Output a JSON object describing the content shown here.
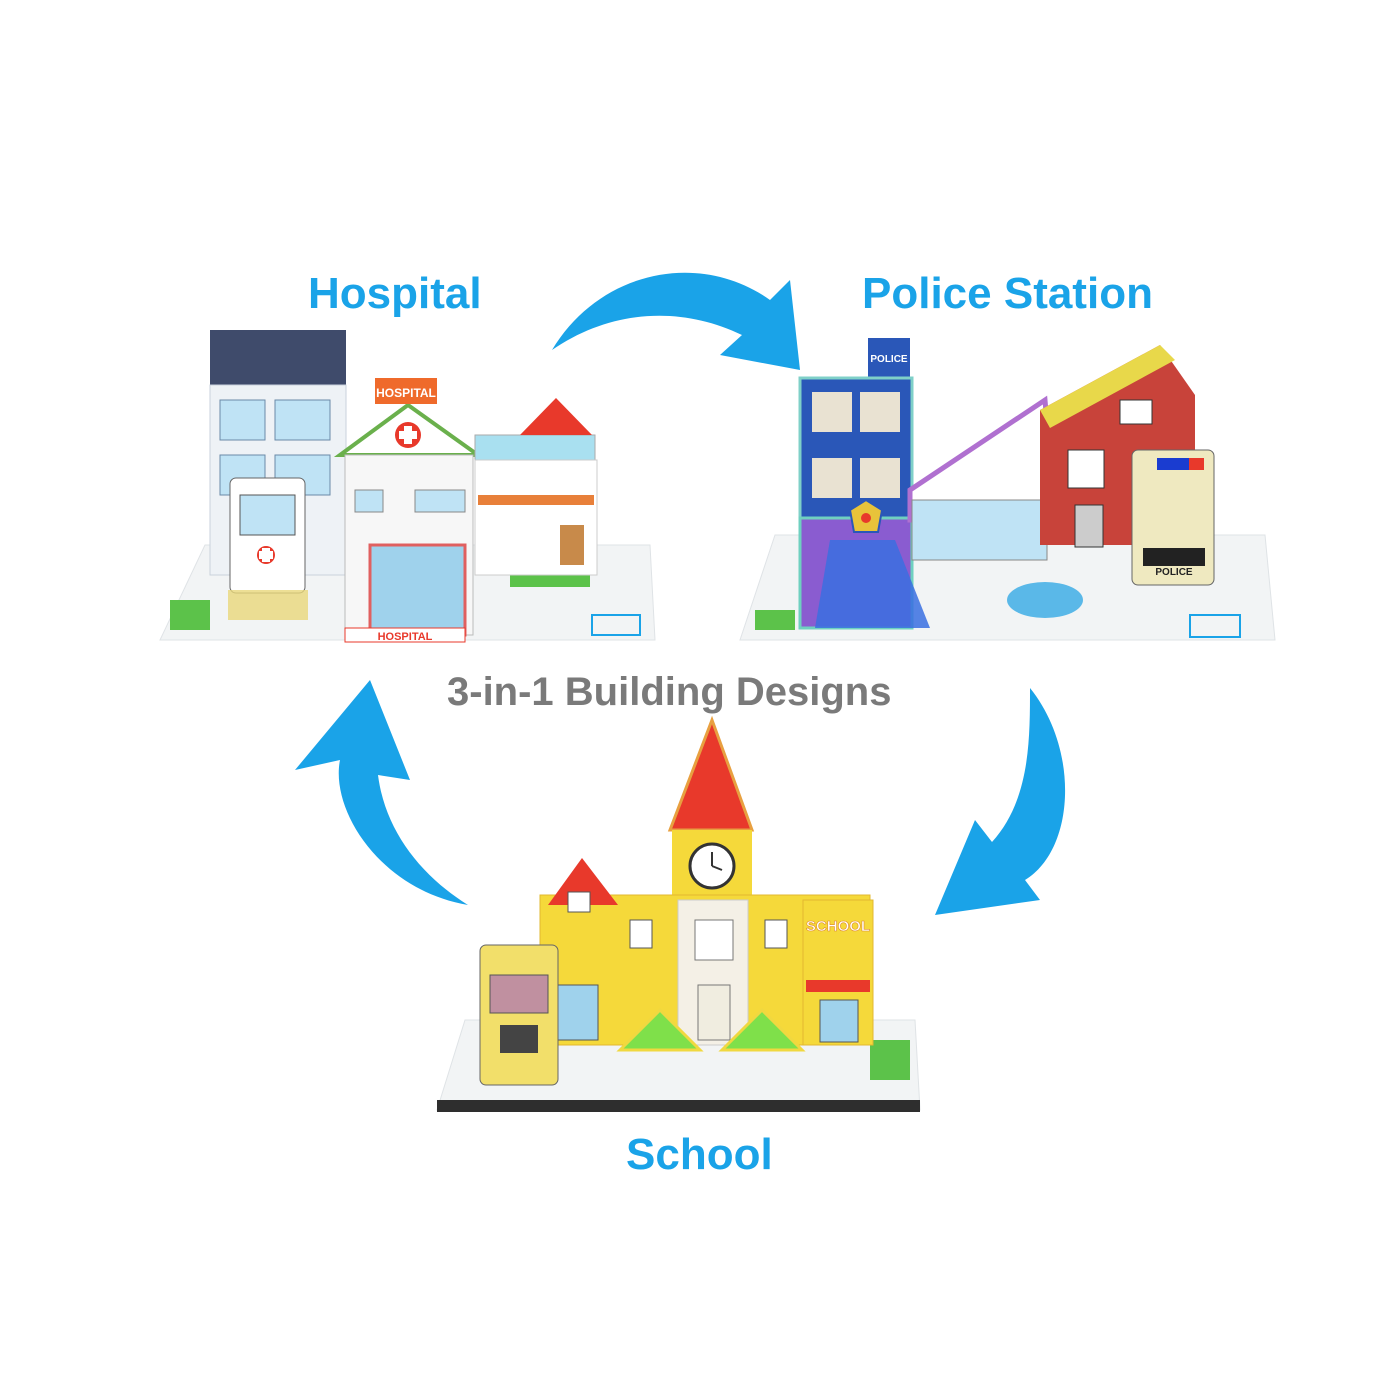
{
  "labels": {
    "hospital": "Hospital",
    "police_station": "Police Station",
    "school": "School"
  },
  "center_title": "3-in-1 Building Designs",
  "signs": {
    "hospital_roof": "HOSPITAL",
    "hospital_floor": "HOSPITAL",
    "police_tower": "POLICE",
    "police_car": "POLICE",
    "school_side": "SCHOOL"
  },
  "colors": {
    "accent_blue": "#1aa3e8",
    "title_gray": "#7a7a7a",
    "roof_red": "#e8392b",
    "school_yellow": "#f5d93a",
    "police_blue": "#2a57b8",
    "brick_red": "#c8433a",
    "grass_green": "#5cc24a"
  },
  "icons": [
    "curved-arrow-icon",
    "medical-cross-icon",
    "police-badge-icon",
    "clock-icon"
  ]
}
